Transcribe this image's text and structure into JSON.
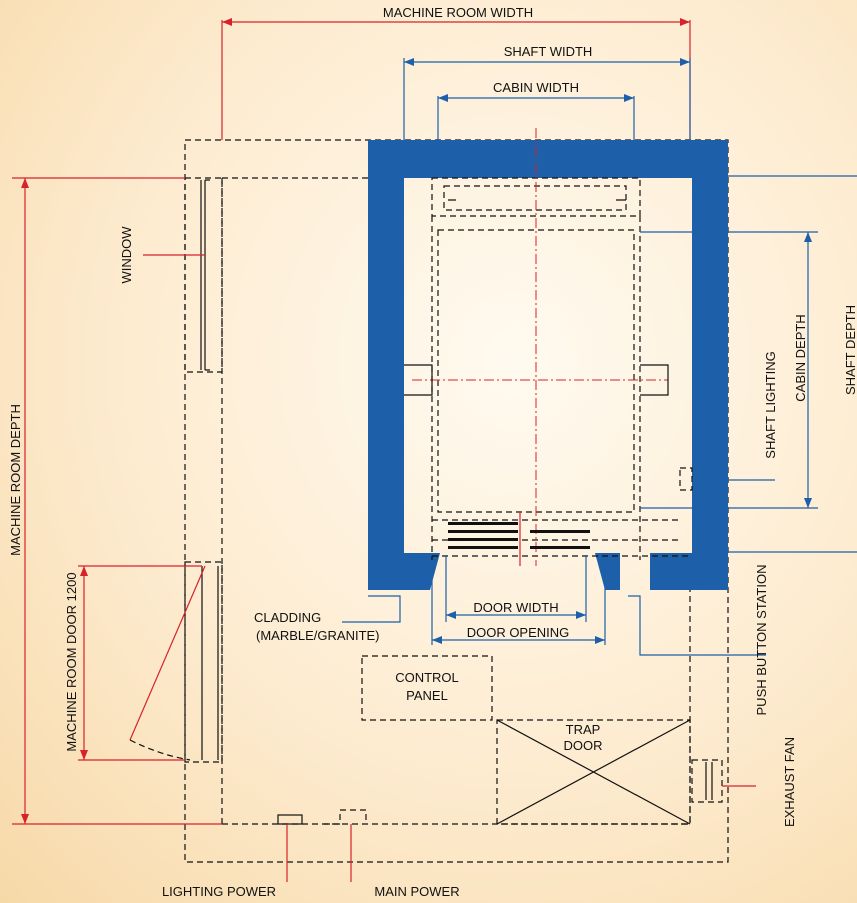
{
  "labels": {
    "machine_room_width": "MACHINE ROOM WIDTH",
    "shaft_width": "SHAFT WIDTH",
    "cabin_width": "CABIN WIDTH",
    "window": "WINDOW",
    "machine_room_depth": "MACHINE ROOM DEPTH",
    "machine_room_door": "MACHINE ROOM DOOR 1200",
    "shaft_lighting": "SHAFT LIGHTING",
    "cabin_depth": "CABIN DEPTH",
    "shaft_depth": "SHAFT DEPTH",
    "push_button_station": "PUSH BUTTON STATION",
    "cladding_line1": "CLADDING",
    "cladding_line2": "(MARBLE/GRANITE)",
    "door_width": "DOOR WIDTH",
    "door_opening": "DOOR OPENING",
    "control_panel_line1": "CONTROL",
    "control_panel_line2": "PANEL",
    "trap_door_line1": "TRAP",
    "trap_door_line2": "DOOR",
    "exhaust_fan": "EXHAUST FAN",
    "lighting_power": "LIGHTING POWER",
    "main_power": "MAIN POWER"
  },
  "colors": {
    "shaft_wall": "#1d5fa8",
    "dimension_red": "#d8222b",
    "dimension_blue": "#1d5fa8",
    "linework": "#111111"
  }
}
